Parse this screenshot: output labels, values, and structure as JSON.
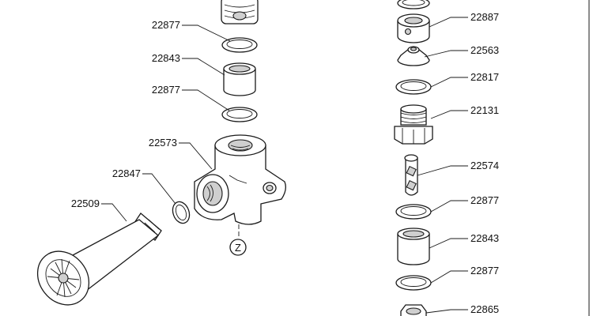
{
  "labels_left": [
    "22877",
    "22843",
    "22877",
    "22573",
    "22847",
    "22509"
  ],
  "labels_right": [
    "22887",
    "22563",
    "22817",
    "22131",
    "22574",
    "22877",
    "22843",
    "22877",
    "22865"
  ],
  "callout_letter": "Z",
  "colors": {
    "line": "#1a1a1a",
    "shade": "#cfcfcf",
    "background": "#ffffff"
  }
}
